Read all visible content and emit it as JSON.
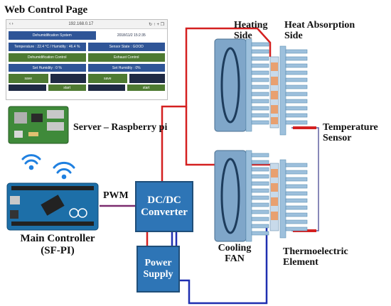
{
  "labels": {
    "web_control_page": "Web Control Page",
    "server": "Server – Raspberry pi",
    "main_controller_line1": "Main Controller",
    "main_controller_line2": "(SF-PI)",
    "pwm": "PWM",
    "heating_side_line1": "Heating",
    "heating_side_line2": "Side",
    "heat_absorption_line1": "Heat Absorption",
    "heat_absorption_line2": "Side",
    "temp_sensor_line1": "Temperature",
    "temp_sensor_line2": "Sensor",
    "cooling_fan_line1": "Cooling",
    "cooling_fan_line2": "FAN",
    "thermo_line1": "Thermoelectric",
    "thermo_line2": "Element"
  },
  "boxes": {
    "dcdc_line1": "DC/DC",
    "dcdc_line2": "Converter",
    "power_line1": "Power",
    "power_line2": "Supply"
  },
  "browser": {
    "url": "192.168.0.17",
    "nav_icons": "‹  ›",
    "actions": "↻  ↑  +  ❐",
    "title": "Dehumidification System",
    "datetime": "2018/11/2 15:2:35",
    "status_left": "Temperature : 22.4 °C / Humidity : 46.4 %",
    "status_right": "Sensor State : GOOD",
    "control_left": "Dehumidification Control",
    "control_right": "Exhaust Control",
    "set_left": "Set Humidity : 0 %",
    "set_right": "Set Humidity : 0%",
    "btn_save": "save",
    "btn_start": "start"
  },
  "colors": {
    "wire_red": "#d42020",
    "wire_blue": "#1f2fb0",
    "wire_purple": "#7b2c6f",
    "box_fill": "#2e75b6",
    "wifi": "#1f80e0"
  }
}
